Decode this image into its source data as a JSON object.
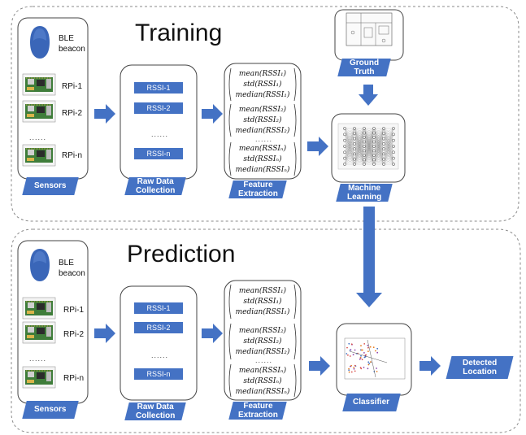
{
  "sections": {
    "training_title": "Training",
    "prediction_title": "Prediction"
  },
  "sensors": {
    "beacon_label_1": "BLE",
    "beacon_label_2": "beacon",
    "rpi_1": "RPi-1",
    "rpi_2": "RPi-2",
    "rpi_n": "RPi-n",
    "ellipsis": "......",
    "caption": "Sensors"
  },
  "raw_data": {
    "rssi_1": "RSSI-1",
    "rssi_2": "RSSI-2",
    "rssi_n": "RSSI-n",
    "ellipsis": "......",
    "caption_line1": "Raw Data",
    "caption_line2": "Collection"
  },
  "features": {
    "group1": [
      "mean(RSSI₁)",
      "std(RSSI₁)",
      "median(RSSI₁)"
    ],
    "group2": [
      "mean(RSSI₂)",
      "std(RSSI₂)",
      "median(RSSI₂)"
    ],
    "groupn": [
      "mean(RSSIₙ)",
      "std(RSSIₙ)",
      "median(RSSIₙ)"
    ],
    "ellipsis": "......",
    "caption_line1": "Feature",
    "caption_line2": "Extraction"
  },
  "ground_truth": {
    "caption_line1": "Ground",
    "caption_line2": "Truth"
  },
  "machine_learning": {
    "caption_line1": "Machine",
    "caption_line2": "Learning"
  },
  "classifier": {
    "caption": "Classifier"
  },
  "output": {
    "caption_line1": "Detected",
    "caption_line2": "Location"
  },
  "colors": {
    "accent_blue": "#4472c4",
    "beacon_blue": "#3a66b8",
    "board_green": "#3f7d3a",
    "dashed_border": "#8a8a8a"
  }
}
